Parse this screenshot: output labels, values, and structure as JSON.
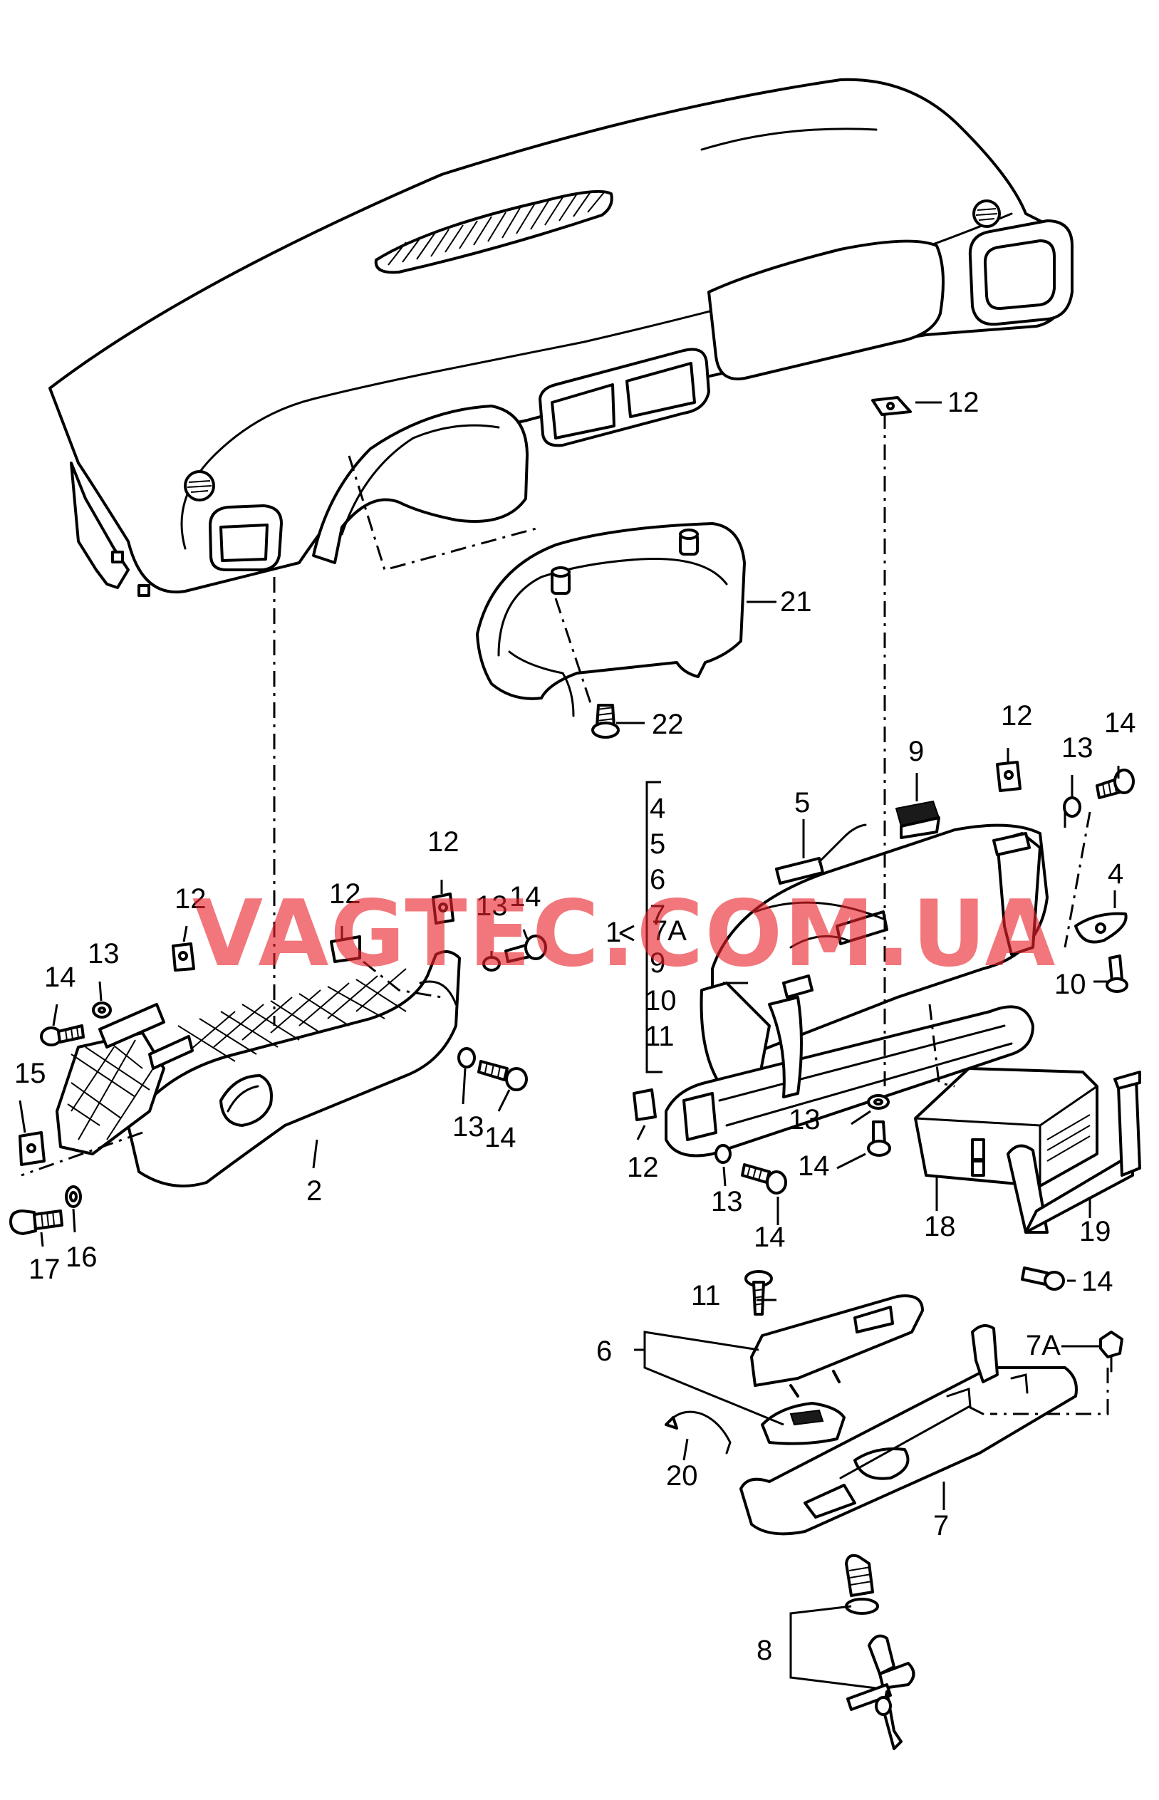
{
  "watermark": "VAGTEC.COM.UA",
  "callouts": {
    "c1": "1",
    "c2": "2",
    "c4a": "4",
    "c4b": "4",
    "c5a": "5",
    "c5b": "5",
    "c6a": "6",
    "c6b": "6",
    "c7a": "7",
    "c7b": "7",
    "c7Aa": "7A",
    "c7Ab": "7A",
    "c8": "8",
    "c9a": "9",
    "c9b": "9",
    "c10a": "10",
    "c10b": "10",
    "c11a": "11",
    "c11b": "11",
    "c12a": "12",
    "c12b": "12",
    "c12c": "12",
    "c12d": "12",
    "c12e": "12",
    "c12f": "12",
    "c13a": "13",
    "c13b": "13",
    "c13c": "13",
    "c13d": "13",
    "c13e": "13",
    "c13f": "13",
    "c14a": "14",
    "c14b": "14",
    "c14c": "14",
    "c14d": "14",
    "c14e": "14",
    "c14f": "14",
    "c14g": "14",
    "c15": "15",
    "c16": "16",
    "c17": "17",
    "c18": "18",
    "c19": "19",
    "c20": "20",
    "c21": "21",
    "c22": "22"
  }
}
